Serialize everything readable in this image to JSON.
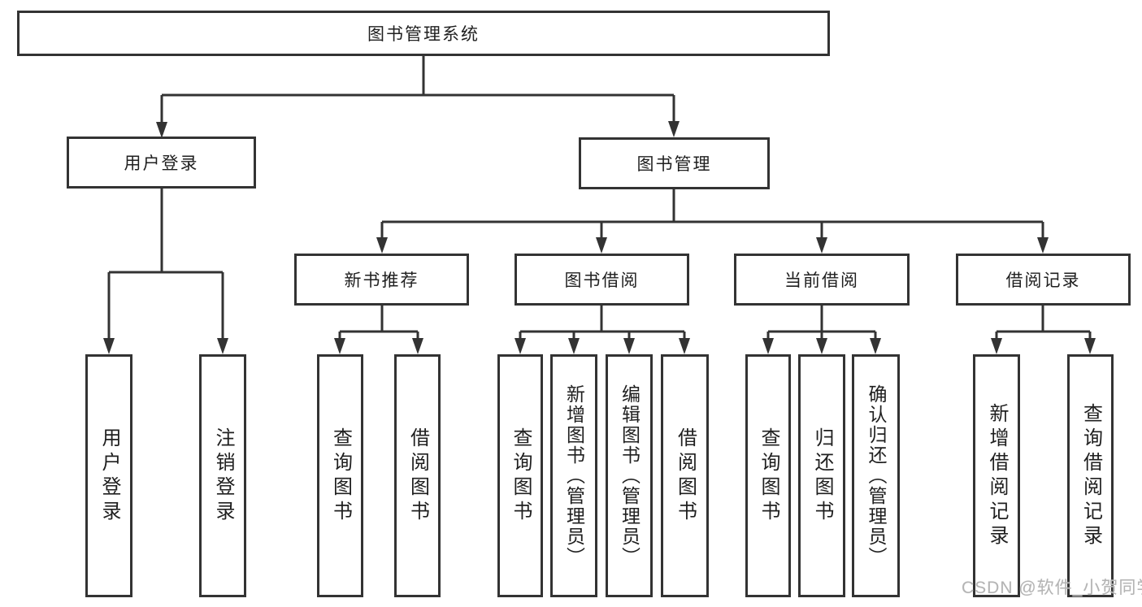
{
  "diagram": {
    "root": {
      "label": "图书管理系统"
    },
    "branches": [
      {
        "label": "用户登录",
        "children": [
          {
            "label": "用户登录"
          },
          {
            "label": "注销登录"
          }
        ]
      },
      {
        "label": "图书管理",
        "children": [
          {
            "label": "新书推荐",
            "children": [
              {
                "label": "查询图书"
              },
              {
                "label": "借阅图书"
              }
            ]
          },
          {
            "label": "图书借阅",
            "children": [
              {
                "label": "查询图书"
              },
              {
                "label": "新增图书（管理员）"
              },
              {
                "label": "编辑图书（管理员）"
              },
              {
                "label": "借阅图书"
              }
            ]
          },
          {
            "label": "当前借阅",
            "children": [
              {
                "label": "查询图书"
              },
              {
                "label": "归还图书"
              },
              {
                "label": "确认归还（管理员）"
              }
            ]
          },
          {
            "label": "借阅记录",
            "children": [
              {
                "label": "新增借阅记录"
              },
              {
                "label": "查询借阅记录"
              }
            ]
          }
        ]
      }
    ]
  },
  "watermark": {
    "text": "CSDN @软件_小贺同学"
  },
  "colors": {
    "line": "#333333",
    "box_border": "#333333",
    "text": "#1f1f1f",
    "watermark": "#b4b4b4",
    "background": "#ffffff"
  }
}
